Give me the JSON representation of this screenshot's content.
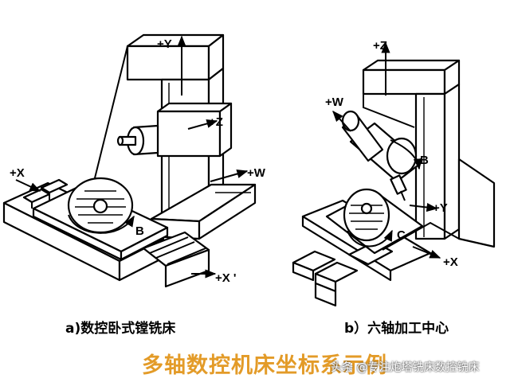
{
  "diagram": {
    "a": {
      "caption": "a)数控卧式镗铣床",
      "labels": {
        "y": "+Y",
        "z": "+Z",
        "w": "+W",
        "x_left": "+X",
        "x_right": "+X '",
        "b": "B"
      }
    },
    "b": {
      "caption": "b）六轴加工中心",
      "labels": {
        "z": "+Z",
        "w": "+W",
        "b": "B",
        "y": "+Y",
        "c": "C",
        "x": "+X"
      }
    },
    "title": "多轴数控机床坐标系示例",
    "watermark": "头条 @专注炮塔铣床数控铣床"
  }
}
